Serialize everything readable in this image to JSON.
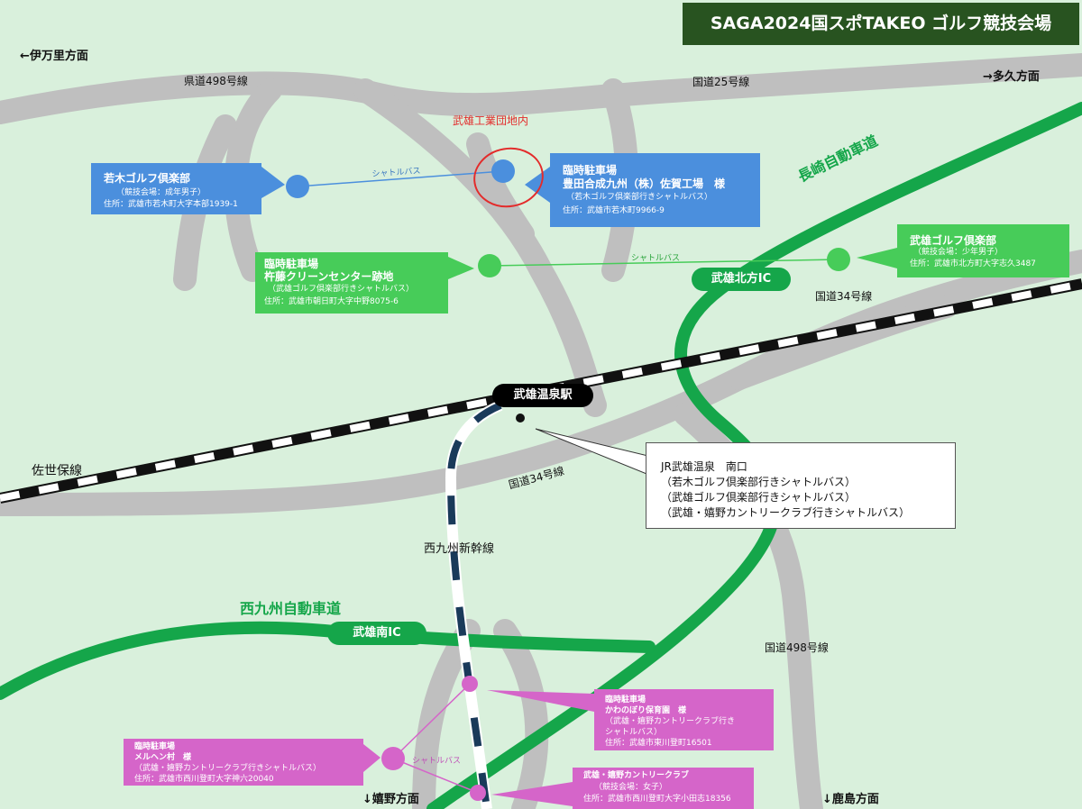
{
  "title": "SAGA2024国スポTAKEO ゴルフ競技会場",
  "directions": {
    "imari": "←伊万里方面",
    "taku": "→多久方面",
    "ureshino": "↓嬉野方面",
    "kashima": "↓鹿島方面"
  },
  "roads": {
    "pref498_top": "県道498号線",
    "nat25": "国道25号線",
    "nat34_right": "国道34号線",
    "nat34_center": "国道34号線",
    "nat498_bottom": "国道498号線",
    "sasebo_line": "佐世保線",
    "nishikyushu_shinkansen": "西九州新幹線",
    "nagasaki_expressway": "長崎自動車道",
    "nishikyushu_expressway": "西九州自動車道",
    "takeo_kitagata_ic": "武雄北方IC",
    "takeo_minami_ic": "武雄南IC"
  },
  "industrial_area": "武雄工業団地内",
  "station": {
    "name": "武雄温泉駅"
  },
  "station_note": {
    "title": "JR武雄温泉　南口",
    "lines": [
      "（若木ゴルフ倶楽部行きシャトルバス）",
      "（武雄ゴルフ倶楽部行きシャトルバス）",
      "（武雄・嬉野カントリークラブ行きシャトルバス）"
    ]
  },
  "shuttle_labels": {
    "blue": "シャトルバス",
    "green": "シャトルバス",
    "pink": "シャトルバス"
  },
  "colors": {
    "title_bg": "#285320",
    "blue": "#4b8fdd",
    "green": "#47cc59",
    "pink": "#d565c9",
    "highway": "#15a64a",
    "road": "#bfbfbf",
    "background": "#d9f0dc",
    "parking_highlight": "#e32b2b"
  },
  "callouts": {
    "wakagi_club": {
      "title": "若木ゴルフ倶楽部",
      "sub": "（競技会場：成年男子）",
      "addr": "住所：武雄市若木町大字本部1939-1"
    },
    "toyoda_parking": {
      "title1": "臨時駐車場",
      "title2": "豊田合成九州（株）佐賀工場　様",
      "sub": "（若木ゴルフ倶楽部行きシャトルバス）",
      "addr": "住所：武雄市若木町9966-9"
    },
    "kinefuji_parking": {
      "title1": "臨時駐車場",
      "title2": "杵藤クリーンセンター跡地",
      "sub": "（武雄ゴルフ倶楽部行きシャトルバス）",
      "addr": "住所：武雄市朝日町大字中野8075-6"
    },
    "takeo_club": {
      "title": "武雄ゴルフ倶楽部",
      "sub": "（競技会場：少年男子）",
      "addr": "住所：武雄市北方町大字志久3487"
    },
    "kawanobori_parking": {
      "title1": "臨時駐車場",
      "title2": "かわのぼり保育園　様",
      "sub1": "（武雄・嬉野カントリークラブ行き",
      "sub2": "シャトルバス）",
      "addr": "住所：武雄市東川登町16501"
    },
    "meruhen_parking": {
      "title1": "臨時駐車場",
      "title2": "メルヘン村　様",
      "sub": "（武雄・嬉野カントリークラブ行きシャトルバス）",
      "addr": "住所：武雄市西川登町大字神六20040"
    },
    "takeo_ureshino_club": {
      "title": "武雄・嬉野カントリークラブ",
      "sub": "（競技会場：女子）",
      "addr": "住所：武雄市西川登町大字小田志18356"
    }
  }
}
